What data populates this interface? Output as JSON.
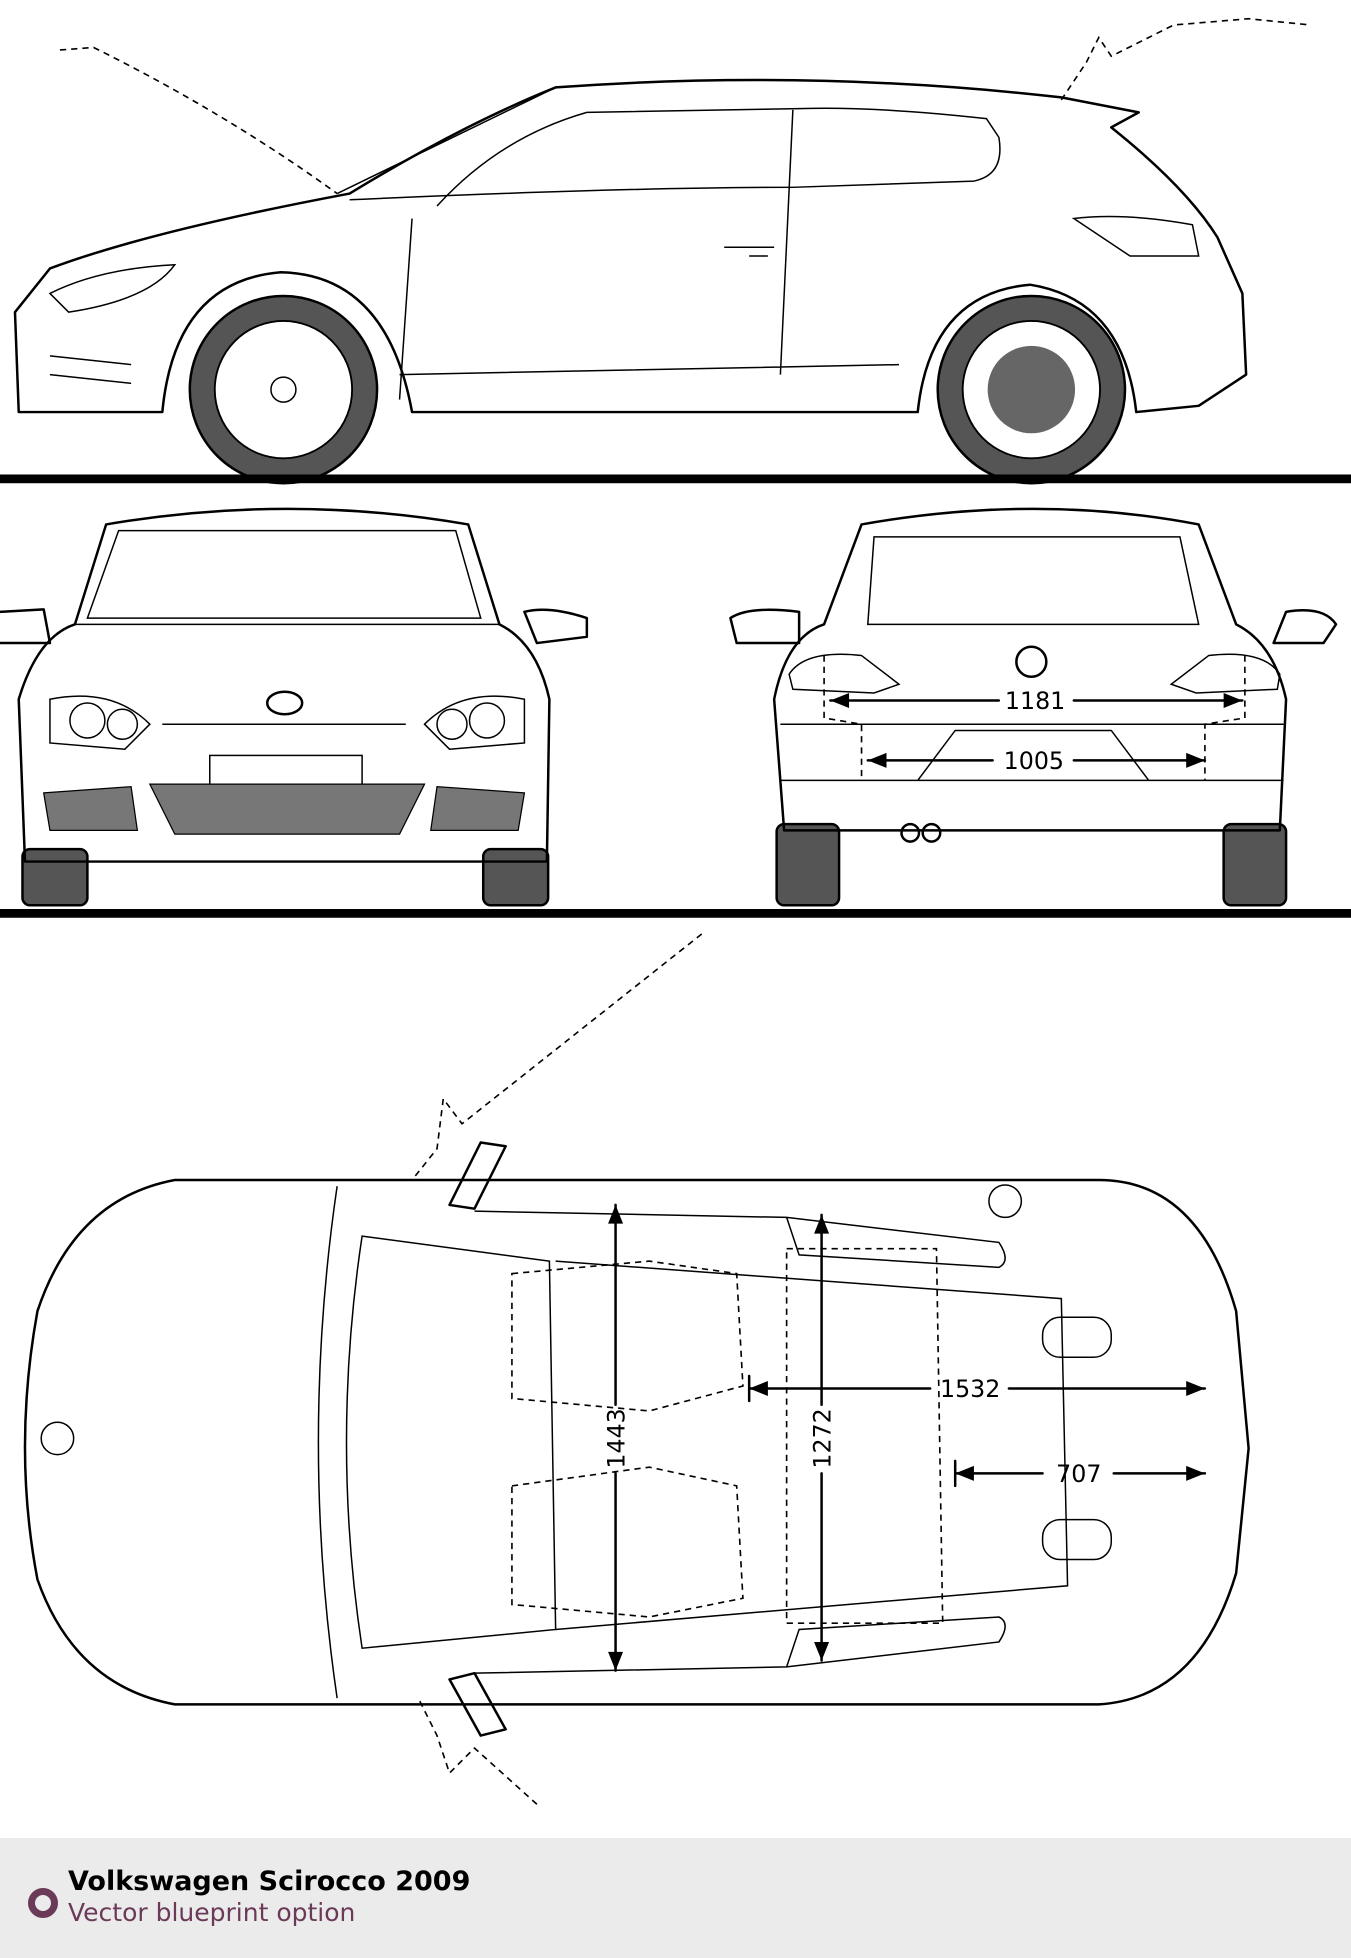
{
  "footer": {
    "title": "Volkswagen Scirocco 2009",
    "subtitle": "Vector blueprint option",
    "accent_color": "#6b3a58",
    "icon": "ring-icon"
  },
  "dimensions": {
    "rear_light_width": "1181",
    "rear_track": "1005",
    "top_length_rear": "1532",
    "top_rear_overhang": "707",
    "top_width": "1443",
    "top_inner_width": "1272"
  },
  "views": [
    "side-view",
    "front-view",
    "rear-view",
    "top-view"
  ]
}
